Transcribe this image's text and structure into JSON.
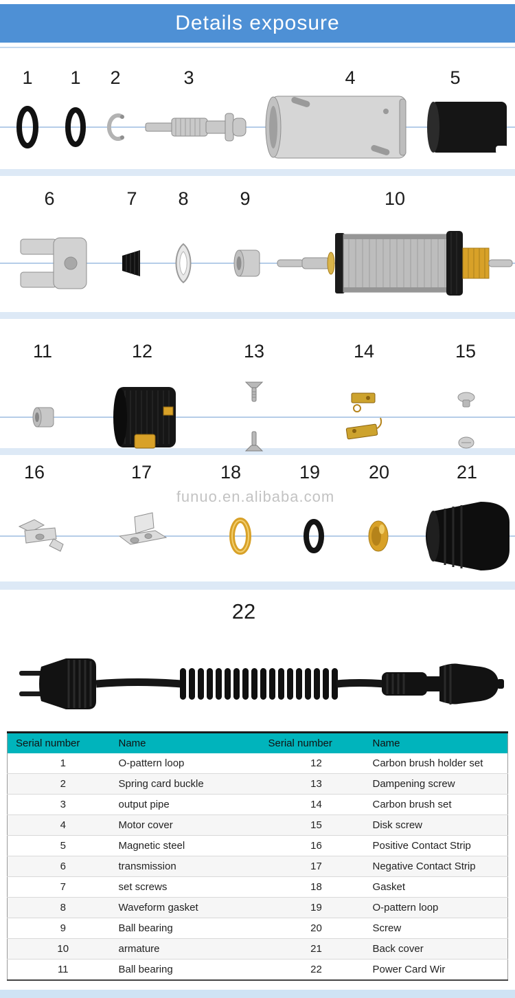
{
  "banner": {
    "title": "Details exposure"
  },
  "watermark": "funuo.en.alibaba.com",
  "part_labels": {
    "row1": [
      "1",
      "1",
      "2",
      "3",
      "4",
      "5"
    ],
    "row2": [
      "6",
      "7",
      "8",
      "9",
      "10"
    ],
    "row3": [
      "11",
      "12",
      "13",
      "14",
      "15"
    ],
    "row4": [
      "16",
      "17",
      "18",
      "19",
      "20",
      "21"
    ],
    "row5": [
      "22"
    ]
  },
  "parts_table": {
    "headers": [
      "Serial number",
      "Name",
      "Serial number",
      "Name"
    ],
    "rows": [
      [
        "1",
        "O-pattern loop",
        "12",
        "Carbon brush holder set"
      ],
      [
        "2",
        "Spring card buckle",
        "13",
        "Dampening screw"
      ],
      [
        "3",
        "output pipe",
        "14",
        "Carbon brush set"
      ],
      [
        "4",
        "Motor cover",
        "15",
        "Disk screw"
      ],
      [
        "5",
        "Magnetic steel",
        "16",
        "Positive Contact Strip"
      ],
      [
        "6",
        "transmission",
        "17",
        "Negative Contact Strip"
      ],
      [
        "7",
        "set screws",
        "18",
        "Gasket"
      ],
      [
        "8",
        "Waveform gasket",
        "19",
        "O-pattern loop"
      ],
      [
        "9",
        "Ball bearing",
        "20",
        "Screw"
      ],
      [
        "10",
        "armature",
        "21",
        "Back cover"
      ],
      [
        "11",
        "Ball bearing",
        "22",
        "Power Card Wir"
      ]
    ]
  },
  "colors": {
    "banner_bg": "#4e90d5",
    "table_header_bg": "#00b4bc",
    "separator_band": "#dde9f6",
    "axis_line": "#6b9bd2",
    "bottom_bar": "#cfe3f4",
    "gold": "#d8a128",
    "metal_gray": "#c9c9c9",
    "part_black": "#141414"
  }
}
